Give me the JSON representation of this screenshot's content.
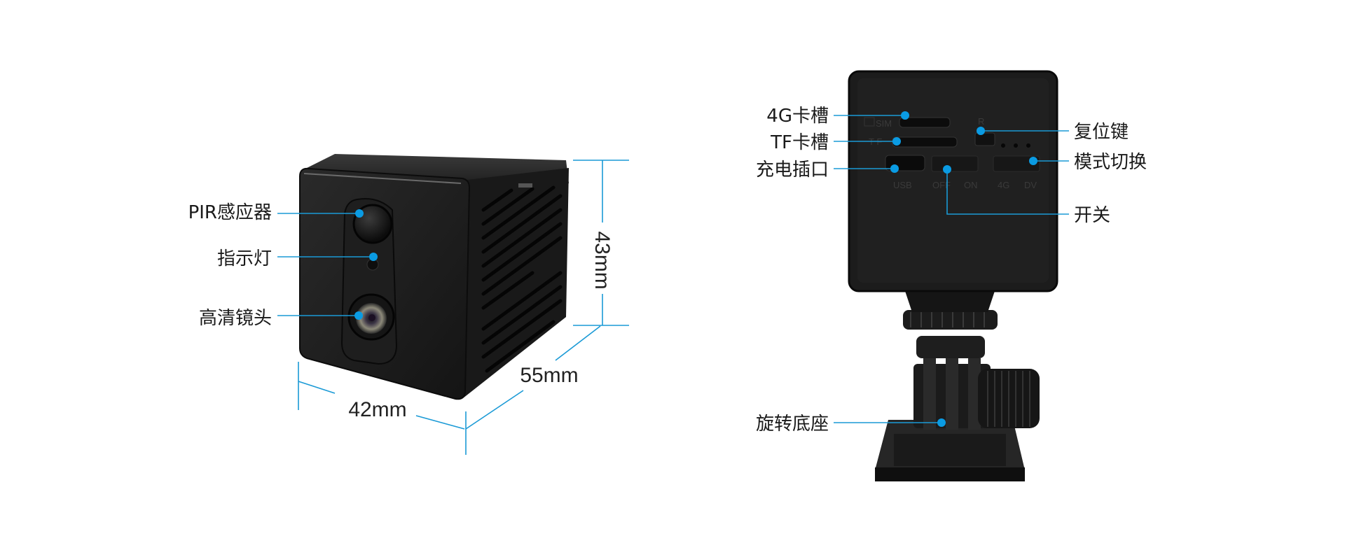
{
  "front_view": {
    "callouts": [
      {
        "label": "PIR感应器"
      },
      {
        "label": "指示灯"
      },
      {
        "label": "高清镜头"
      }
    ],
    "dimensions": {
      "height": "43mm",
      "depth": "55mm",
      "width": "42mm"
    }
  },
  "back_view": {
    "callouts_left": [
      {
        "label": "4G卡槽"
      },
      {
        "label": "TF卡槽"
      },
      {
        "label": "充电插口"
      },
      {
        "label": "旋转底座"
      }
    ],
    "callouts_right": [
      {
        "label": "复位键"
      },
      {
        "label": "模式切换"
      },
      {
        "label": "开关"
      }
    ],
    "panel_markings": {
      "sim": "SIM",
      "tf": "T F",
      "reset": "R",
      "usb": "USB",
      "off": "OFF",
      "on": "ON",
      "mode_4g": "4G",
      "mode_dv": "DV"
    }
  },
  "colors": {
    "accent": "#0a9be3",
    "body": "#1c1c1c"
  }
}
